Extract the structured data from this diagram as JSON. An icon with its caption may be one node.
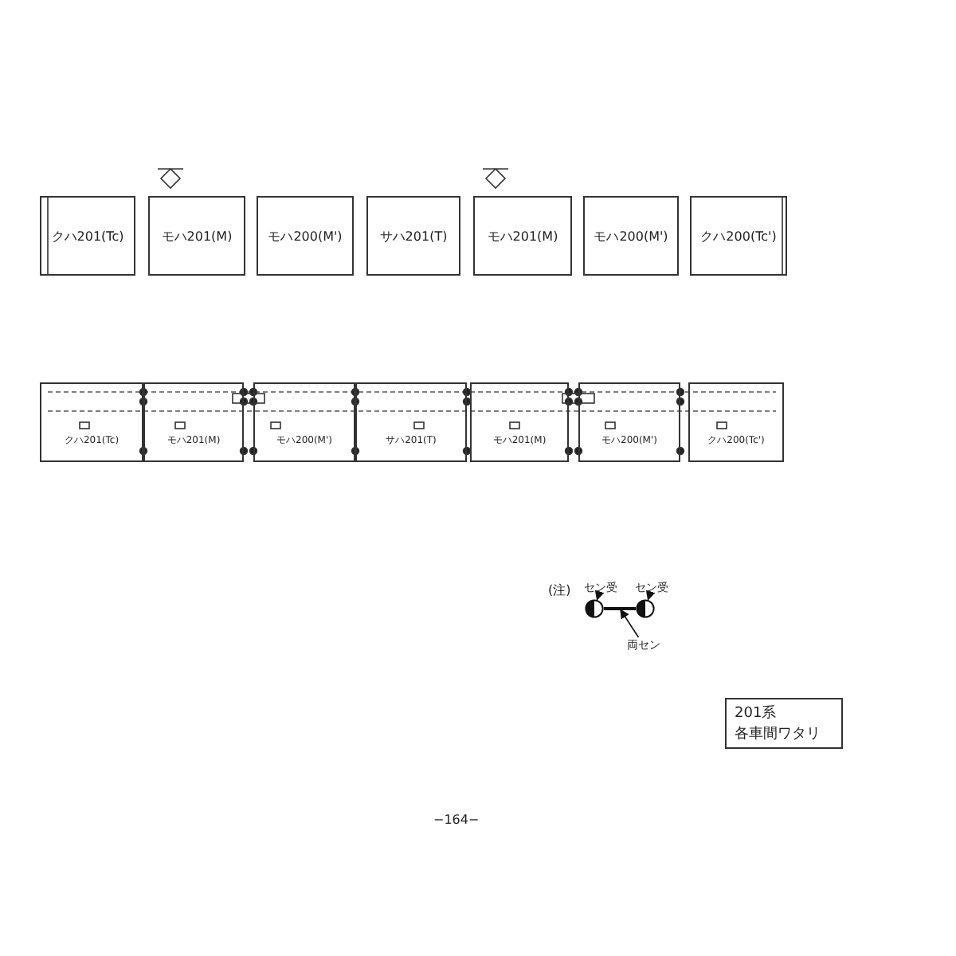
{
  "diagram": {
    "nodes": [
      {
        "text": [
          "クハ201(Tc)"
        ]
      },
      {
        "text": [
          "モハ201(M)"
        ]
      },
      {
        "text": [
          "モハ200(M')"
        ]
      },
      {
        "text": [
          "サハ201(T)"
        ]
      },
      {
        "text": [
          "モハ201(M)"
        ]
      },
      {
        "text": [
          "モハ200(M')"
        ]
      },
      {
        "text": [
          "クハ200(Tc')"
        ]
      },
      {
        "text": [
          "クハ201(Tc)"
        ]
      },
      {
        "text": [
          "モハ201(M)"
        ]
      },
      {
        "text": [
          "モハ200(M')"
        ]
      },
      {
        "text": [
          "サハ201(T)"
        ]
      },
      {
        "text": [
          "モハ201(M)"
        ]
      },
      {
        "text": [
          "モハ200(M')"
        ]
      },
      {
        "text": [
          "クハ200(Tc')"
        ]
      },
      {
        "text": [
          "セン受"
        ]
      },
      {
        "text": [],
        "shape": "circle"
      },
      {
        "text": [
          "セン受"
        ]
      },
      {
        "text": [],
        "shape": "circle"
      },
      {
        "text": [
          "両セン"
        ]
      },
      {
        "text": [],
        "shape": "bar"
      },
      {
        "text": [
          "201系",
          "各車間ワタリ"
        ]
      }
    ],
    "edges": [
      {
        "from": 14,
        "to": 15,
        "arrow": "to"
      },
      {
        "from": 16,
        "to": 17,
        "arrow": "to"
      },
      {
        "from": 18,
        "to": 19,
        "arrow": "to"
      }
    ],
    "labels": [
      "(注)",
      "−164−"
    ]
  }
}
